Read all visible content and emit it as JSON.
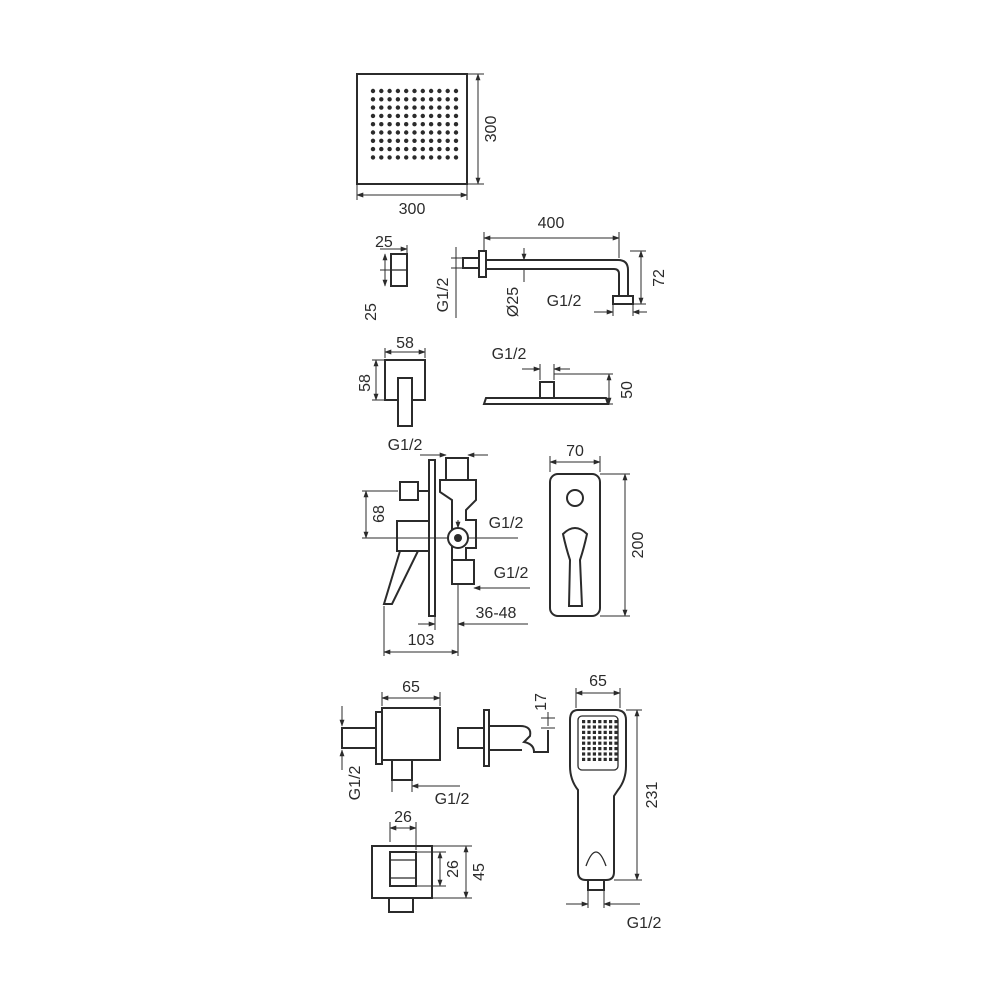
{
  "colors": {
    "line": "#2b2b2b",
    "background": "#ffffff"
  },
  "dimensions": {
    "head_width": "300",
    "head_height": "300",
    "ceiling_block_width": "25",
    "ceiling_block_height": "25",
    "arm_connection": "G1/2",
    "arm_length": "400",
    "arm_tube": "Ø25",
    "arm_outlet": "G1/2",
    "arm_drop": "72",
    "flange_width": "58",
    "flange_height": "58",
    "head_inlet": "G1/2",
    "head_thickness": "50",
    "valve_top_inlet": "G1/2",
    "valve_height_offset": "68",
    "valve_side_inlet": "G1/2",
    "valve_bottom_inlet": "G1/2",
    "wall_depth_range": "36-48",
    "valve_depth": "103",
    "plate_width": "70",
    "plate_height": "200",
    "outlet_width": "65",
    "outlet_inlet": "G1/2",
    "outlet_bottom": "G1/2",
    "holder_size": "17",
    "hand_width": "65",
    "hand_length": "231",
    "hand_connection": "G1/2",
    "outlet_front_width": "26",
    "outlet_front_inner": "26",
    "outlet_front_height": "45"
  }
}
